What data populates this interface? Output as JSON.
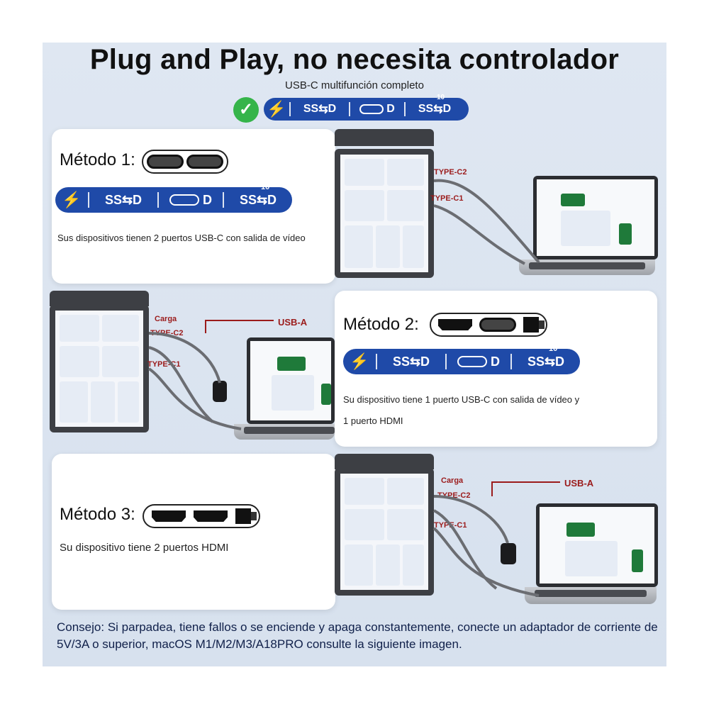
{
  "header": {
    "title": "Plug and Play, no necesita controlador",
    "subtitle": "USB-C multifunción completo"
  },
  "icons": {
    "check": "check-icon",
    "bolt": "lightning-bolt-icon",
    "dp": "displayport-icon"
  },
  "ports_strip": {
    "ss": "SS",
    "ss10": "SS",
    "ten": "10",
    "d": "D"
  },
  "methods": [
    {
      "label": "Método 1:",
      "ports": [
        "usb-c",
        "usb-c"
      ],
      "description": "Sus dispositivos tienen 2 puertos USB-C con salida de vídeo",
      "cable_labels": {
        "c2": "TYPE-C2",
        "c1": "TYPE-C1"
      }
    },
    {
      "label": "Método 2:",
      "ports": [
        "hdmi",
        "usb-c",
        "usb-a"
      ],
      "description_line1": "Su dispositivo tiene 1 puerto USB-C con salida de vídeo y",
      "description_line2": "1 puerto HDMI",
      "cable_labels": {
        "charge": "Carga",
        "usba": "USB-A",
        "c2": "TYPE-C2",
        "c1": "TYPE-C1"
      }
    },
    {
      "label": "Método 3:",
      "ports": [
        "hdmi",
        "hdmi",
        "usb-a"
      ],
      "description": "Su dispositivo tiene 2 puertos HDMI",
      "cable_labels": {
        "charge": "Carga",
        "usba": "USB-A",
        "c2": "TYPE-C2",
        "c1": "TYPE-C1"
      }
    }
  ],
  "tip": "Consejo: Si parpadea, tiene fallos o se enciende y apaga constantemente, conecte un adaptador de corriente de 5V/3A o superior, macOS M1/M2/M3/A18PRO consulte la siguiente imagen.",
  "colors": {
    "accent": "#1f4aa8",
    "check": "#35b44a",
    "cable_label": "#9b1b1b",
    "tip_text": "#10204a"
  }
}
